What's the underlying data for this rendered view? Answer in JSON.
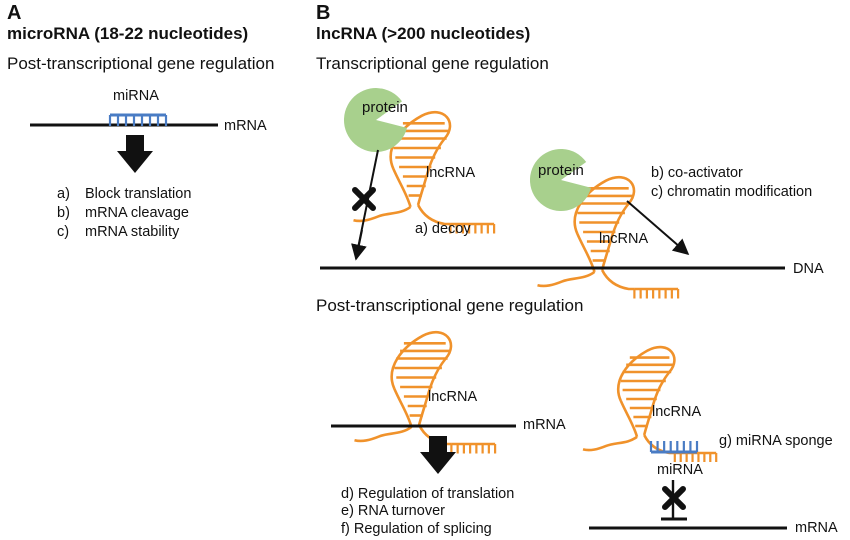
{
  "panel_a": {
    "letter": "A",
    "title": "microRNA (18-22 nucleotides)",
    "subtitle": "Post-transcriptional gene regulation",
    "mirna_label": "miRNA",
    "mrna_label": "mRNA",
    "effects": [
      {
        "marker": "a)",
        "text": "Block translation"
      },
      {
        "marker": "b)",
        "text": "mRNA cleavage"
      },
      {
        "marker": "c)",
        "text": "mRNA stability"
      }
    ]
  },
  "panel_b": {
    "letter": "B",
    "title": "lncRNA (>200 nucleotides)",
    "transcriptional": {
      "subtitle": "Transcriptional gene regulation",
      "protein_label_1": "protein",
      "lncrna_label_1": "lncRNA",
      "decoy_label": "a)  decoy",
      "protein_label_2": "protein",
      "lncrna_label_2": "lncRNA",
      "coactivator_label": "b)  co-activator",
      "chromatin_label": "c)  chromatin modification",
      "dna_label": "DNA"
    },
    "post_transcriptional": {
      "subtitle": "Post-transcriptional gene regulation",
      "lncrna_label_1": "lncRNA",
      "mrna_label_1": "mRNA",
      "effects": [
        "d) Regulation of translation",
        "e) RNA turnover",
        "f)  Regulation of splicing"
      ],
      "lncrna_label_2": "lncRNA",
      "sponge_label": "g)  miRNA sponge",
      "mirna_label": "miRNA",
      "mrna_label_2": "mRNA"
    }
  },
  "colors": {
    "lncrna": "#F0922B",
    "mirna": "#4A7CC4",
    "protein": "#A8D08D",
    "line": "#111111"
  }
}
